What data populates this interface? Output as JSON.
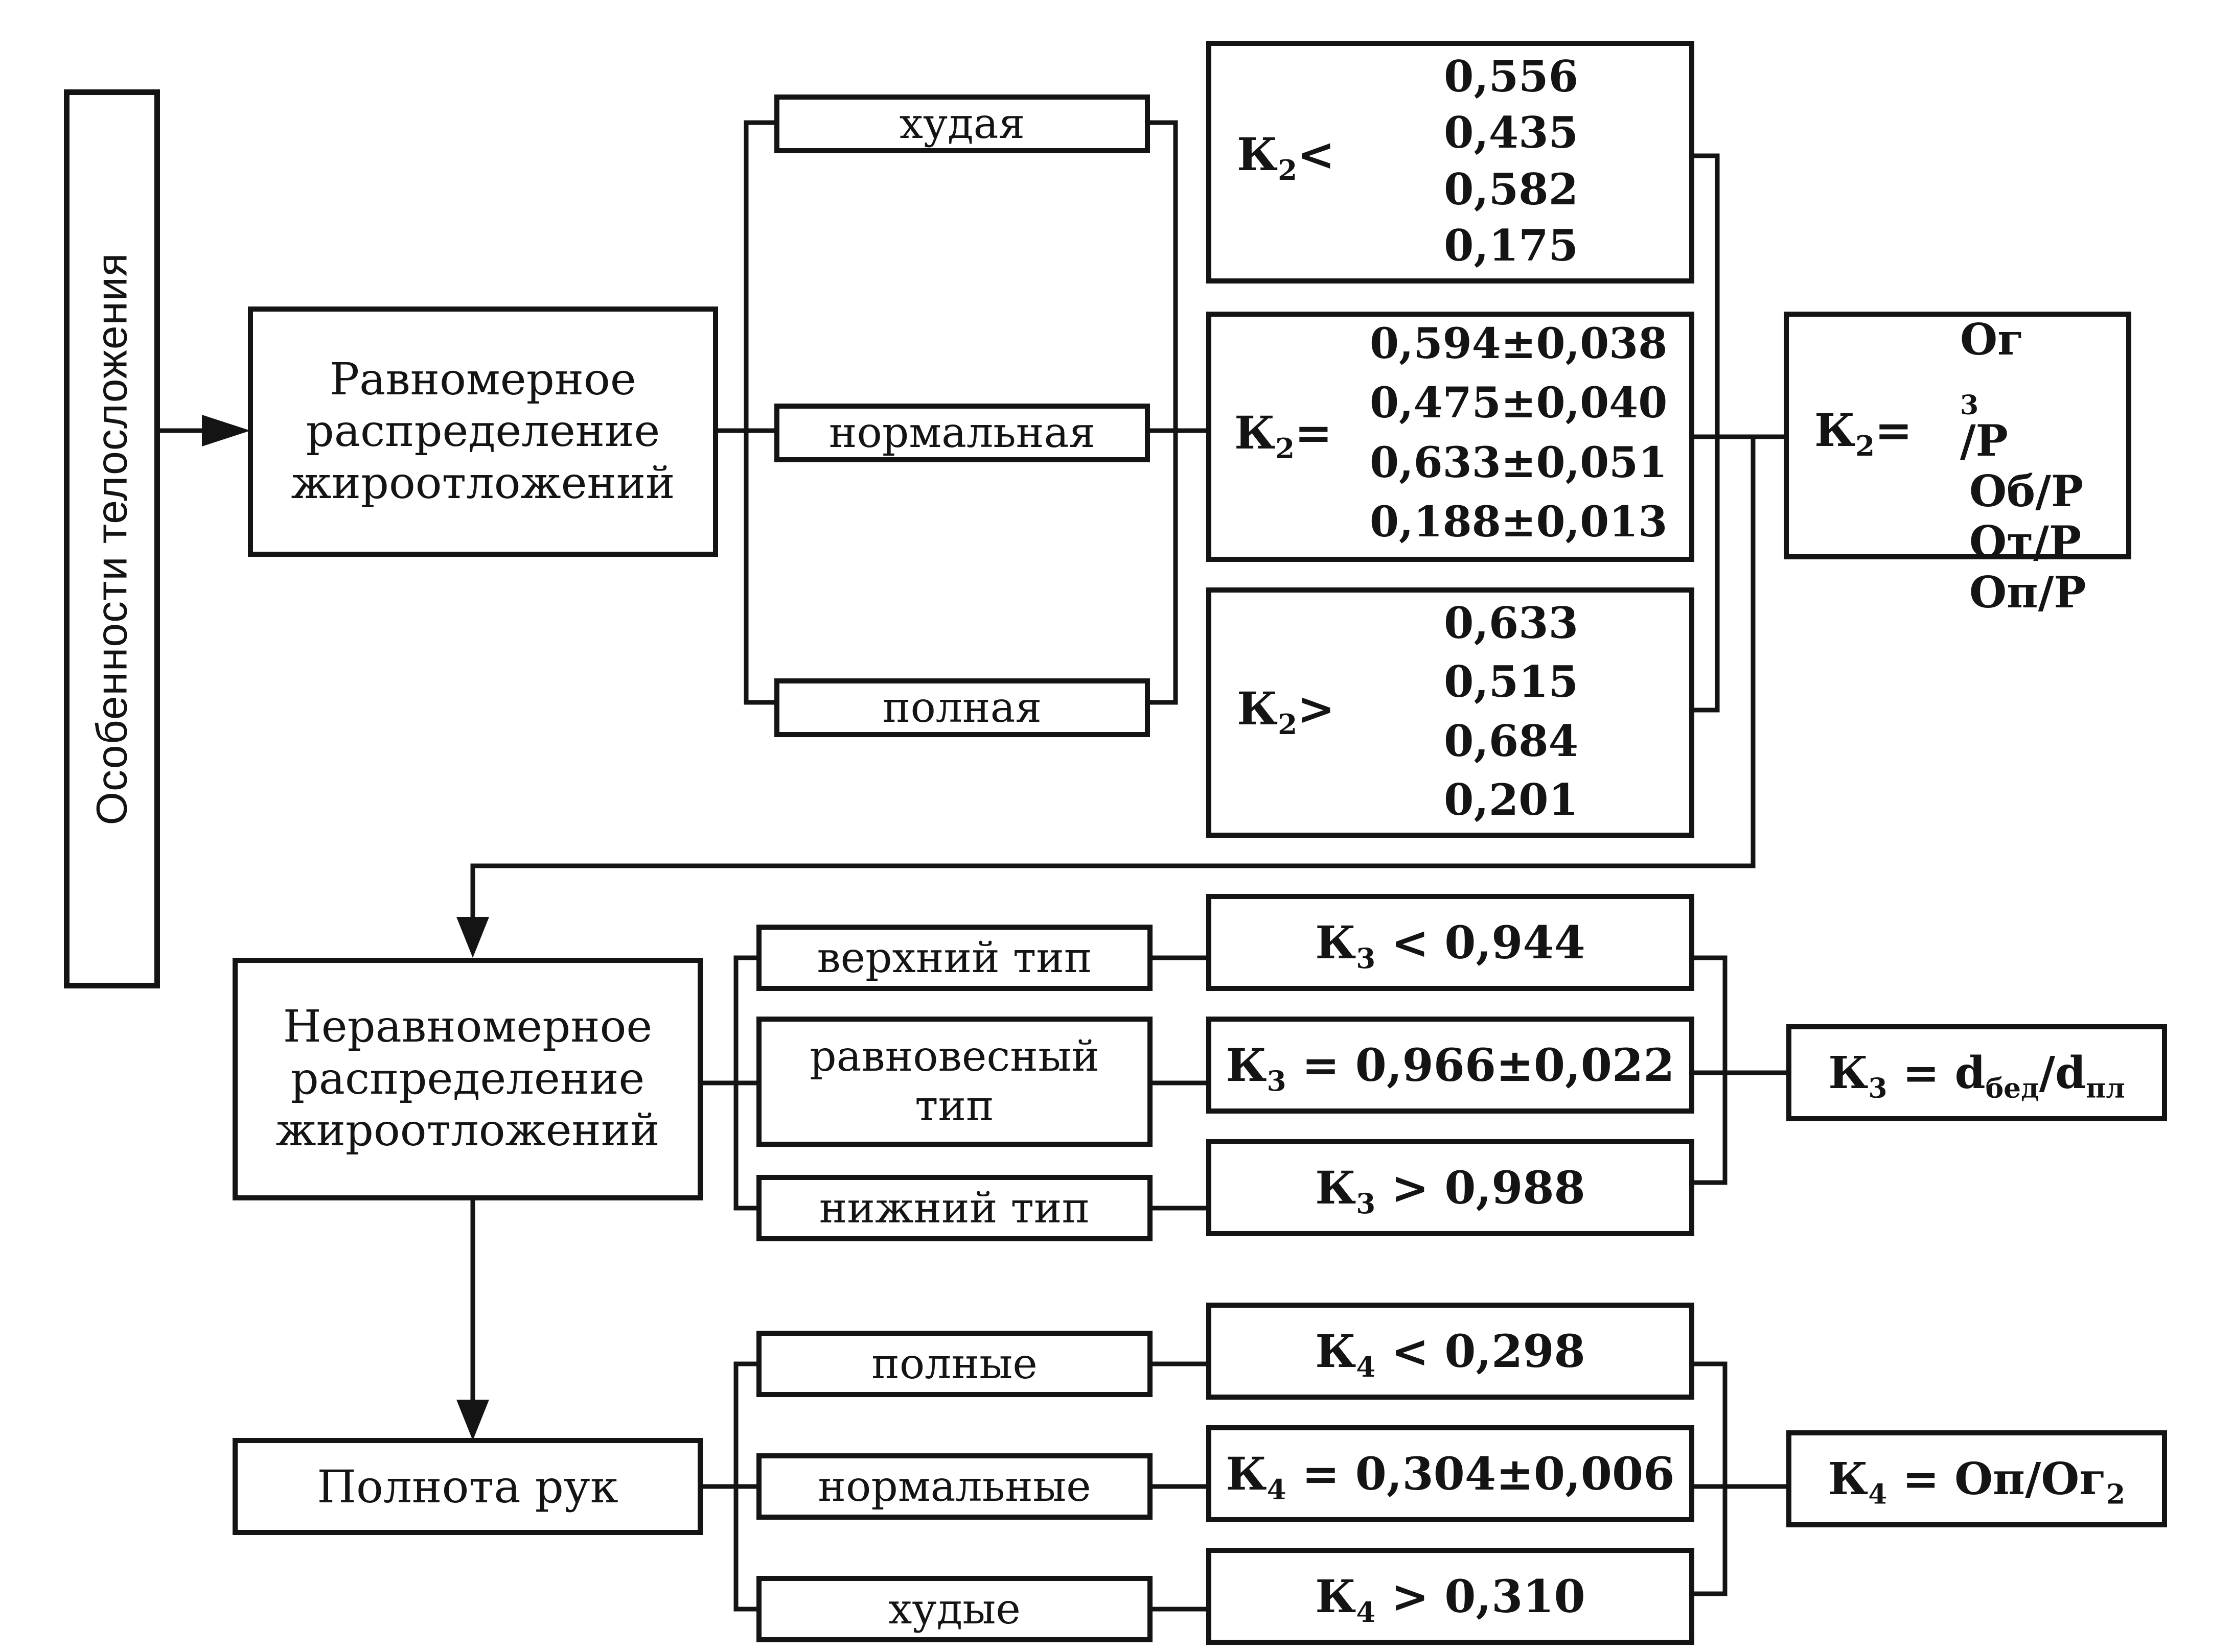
{
  "side_label": "Особенности телосложения",
  "uniform": {
    "title_lines": [
      "Равномерное",
      "распределение",
      "жироотложений"
    ],
    "categories": [
      "худая",
      "нормальная",
      "полная"
    ],
    "k2_less": {
      "symbol": "К",
      "sub": "2",
      "op": "<",
      "values": [
        "0,556",
        "0,435",
        "0,582",
        "0,175"
      ]
    },
    "k2_equal": {
      "symbol": "К",
      "sub": "2",
      "op": "=",
      "values": [
        "0,594±0,038",
        "0,475±0,040",
        "0,633±0,051",
        "0,188±0,013"
      ]
    },
    "k2_greater": {
      "symbol": "К",
      "sub": "2",
      "op": ">",
      "values": [
        "0,633",
        "0,515",
        "0,684",
        "0,201"
      ]
    },
    "k2_formula": {
      "symbol": "К",
      "sub": "2",
      "op": "=",
      "lines": [
        [
          "Ог",
          "3",
          "/Р"
        ],
        [
          "Об/Р",
          "",
          ""
        ],
        [
          "От/Р",
          "",
          ""
        ],
        [
          "Оп/Р",
          "",
          ""
        ]
      ]
    }
  },
  "nonuniform": {
    "title_lines": [
      "Неравномерное",
      "распределение",
      "жироотложений"
    ],
    "types": [
      [
        "верхний тип"
      ],
      [
        "равновесный",
        "тип"
      ],
      [
        "нижний тип"
      ]
    ],
    "k3": [
      {
        "symbol": "К",
        "sub": "3",
        "rest": " < 0,944"
      },
      {
        "symbol": "К",
        "sub": "3",
        "rest": " = 0,966±0,022"
      },
      {
        "symbol": "К",
        "sub": "3",
        "rest": " > 0,988"
      }
    ],
    "k3_formula": {
      "symbol": "К",
      "sub": "3",
      "eq": " = d",
      "sub2": "бед",
      "mid": "/d",
      "sub3": "пл"
    }
  },
  "arms": {
    "title": "Полнота рук",
    "types": [
      "полные",
      "нормальные",
      "худые"
    ],
    "k4": [
      {
        "symbol": "К",
        "sub": "4",
        "rest": " < 0,298"
      },
      {
        "symbol": "К",
        "sub": "4",
        "rest": " = 0,304±0,006"
      },
      {
        "symbol": "К",
        "sub": "4",
        "rest": " > 0,310"
      }
    ],
    "k4_formula": {
      "symbol": "К",
      "sub": "4",
      "eq": " = Оп/Ог",
      "sub2": "2"
    }
  }
}
